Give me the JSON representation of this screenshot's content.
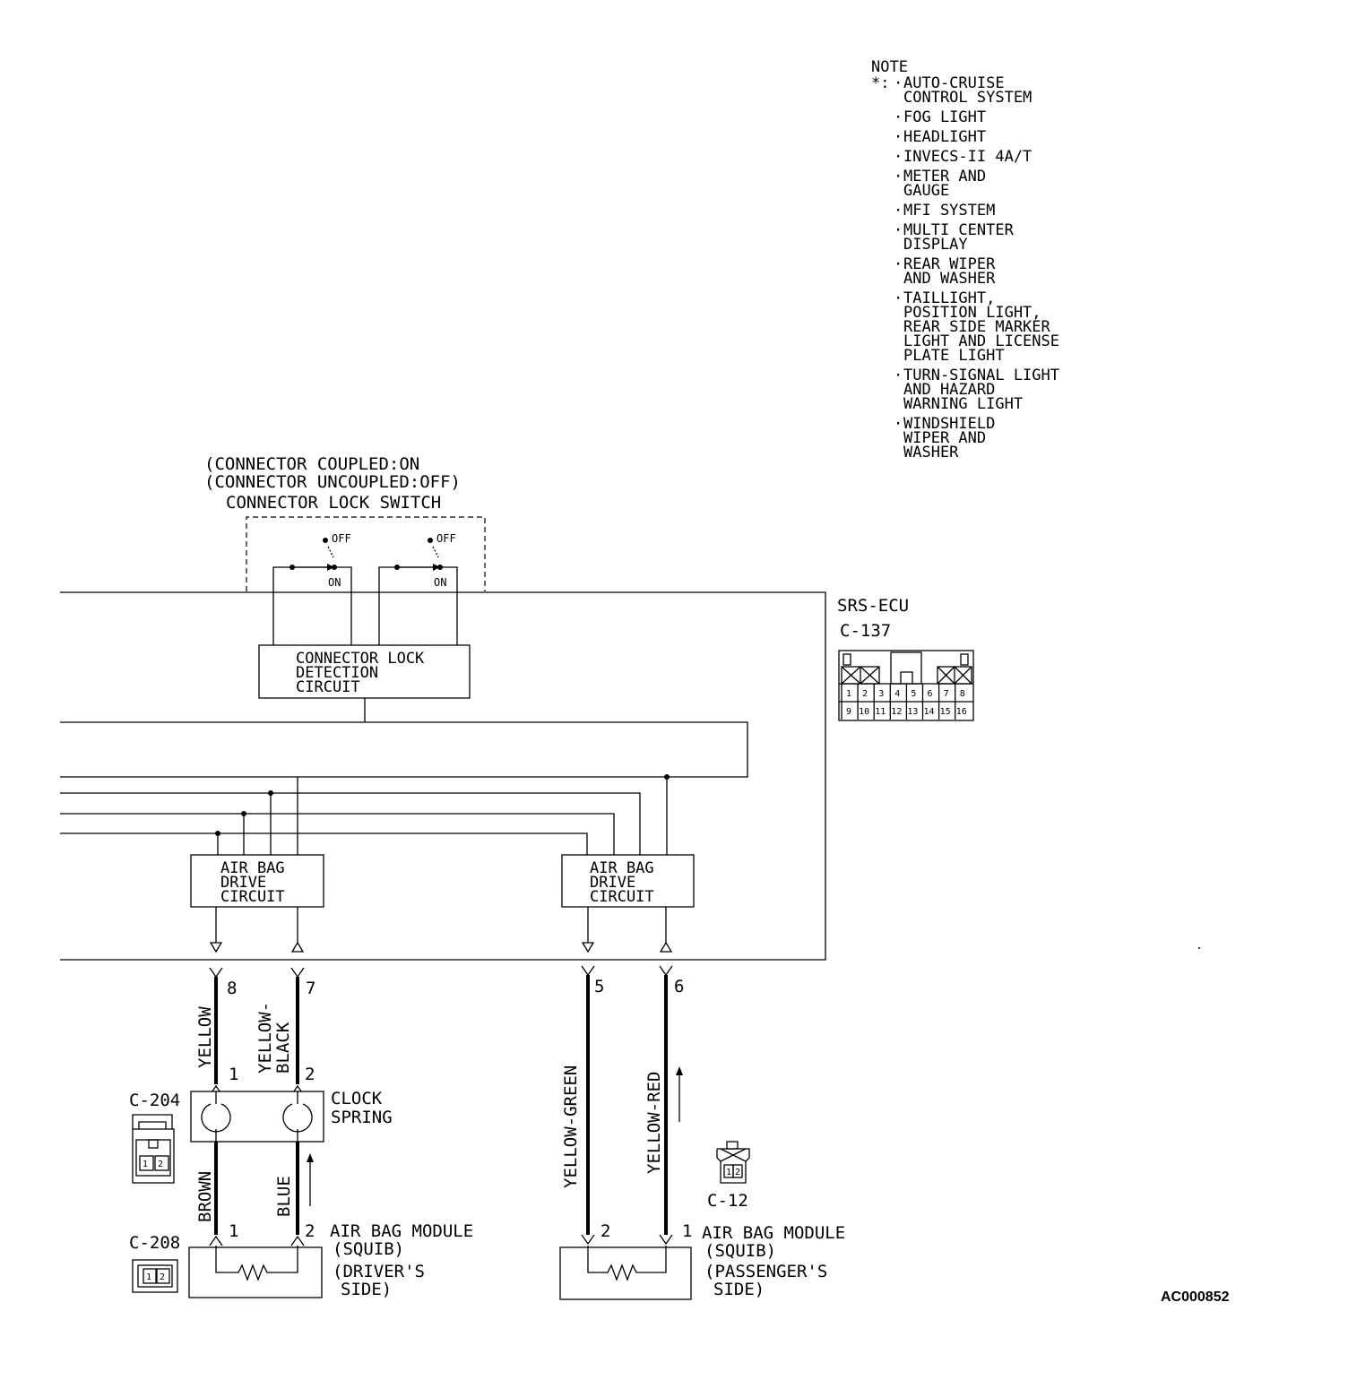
{
  "note": {
    "title": "NOTE",
    "marker": "*:",
    "items": [
      [
        "AUTO-CRUISE",
        "CONTROL SYSTEM"
      ],
      [
        "FOG LIGHT"
      ],
      [
        "HEADLIGHT"
      ],
      [
        "INVECS-II 4A/T"
      ],
      [
        "METER AND",
        "GAUGE"
      ],
      [
        "MFI SYSTEM"
      ],
      [
        "MULTI CENTER",
        "DISPLAY"
      ],
      [
        "REAR WIPER",
        "AND WASHER"
      ],
      [
        "TAILLIGHT,",
        "POSITION LIGHT,",
        "REAR SIDE MARKER",
        "LIGHT AND LICENSE",
        "PLATE LIGHT"
      ],
      [
        "TURN-SIGNAL LIGHT",
        "AND HAZARD",
        "WARNING LIGHT"
      ],
      [
        "WINDSHIELD",
        "WIPER AND",
        "WASHER"
      ]
    ]
  },
  "lock_switch": {
    "line1": "(CONNECTOR COUPLED:ON",
    "line2": "(CONNECTOR UNCOUPLED:OFF)",
    "title": "CONNECTOR LOCK SWITCH",
    "off": "OFF",
    "on": "ON"
  },
  "lock_detection": [
    "CONNECTOR LOCK",
    "DETECTION",
    "CIRCUIT"
  ],
  "ecu": {
    "name": "SRS-ECU",
    "connector": "C-137",
    "pins_top": [
      "1",
      "2",
      "3",
      "4",
      "5",
      "6",
      "7",
      "8"
    ],
    "pins_bottom": [
      "9",
      "10",
      "11",
      "12",
      "13",
      "14",
      "15",
      "16"
    ]
  },
  "drive_circuit_left": [
    "AIR BAG",
    "DRIVE",
    "CIRCUIT"
  ],
  "drive_circuit_right": [
    "AIR BAG",
    "DRIVE",
    "CIRCUIT"
  ],
  "pins": {
    "p8": "8",
    "p7": "7",
    "p5": "5",
    "p6": "6"
  },
  "wires": {
    "yellow": "YELLOW",
    "yellow_black": [
      "YELLOW-",
      "BLACK"
    ],
    "yellow_green": "YELLOW-GREEN",
    "yellow_red": "YELLOW-RED",
    "brown": "BROWN",
    "blue": "BLUE"
  },
  "clock_spring": {
    "label": [
      "CLOCK",
      "SPRING"
    ],
    "connector": "C-204",
    "pin1": "1",
    "pin2": "2"
  },
  "driver_module": {
    "label": [
      "AIR BAG MODULE",
      "(SQUIB)",
      "(DRIVER'S",
      "SIDE)"
    ],
    "connector": "C-208",
    "pin1": "1",
    "pin2": "2"
  },
  "passenger_module": {
    "label": [
      "AIR BAG MODULE",
      "(SQUIB)",
      "(PASSENGER'S",
      "SIDE)"
    ],
    "connector": "C-12",
    "pin2": "2",
    "pin1": "1"
  },
  "connector_pins": {
    "a": "1",
    "b": "2"
  },
  "code": "AC000852"
}
